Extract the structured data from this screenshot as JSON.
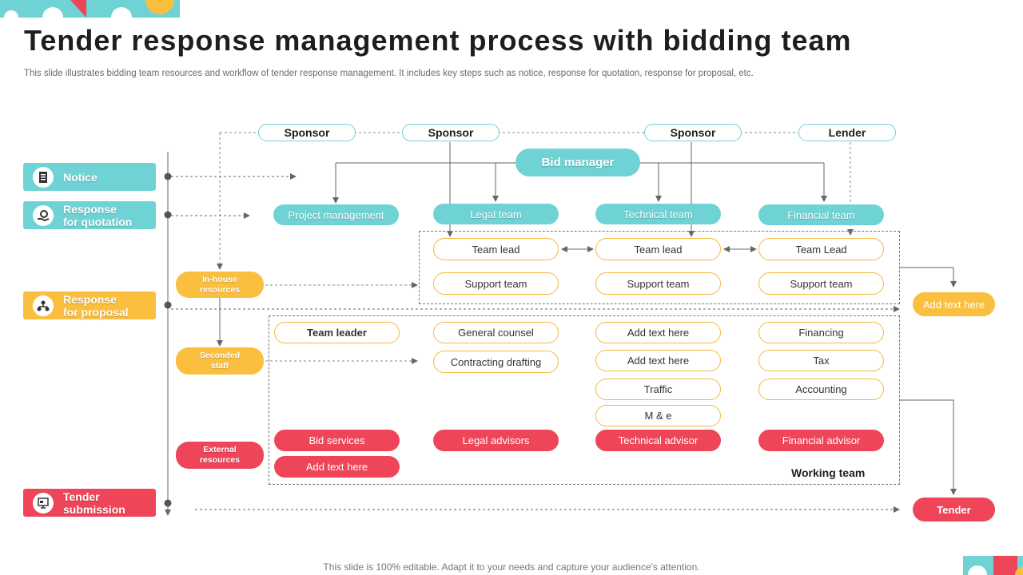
{
  "title": "Tender response management process with bidding team",
  "subtitle": "This slide illustrates bidding team resources and workflow of tender response management. It includes key steps such as notice, response for quotation, response for proposal, etc.",
  "footer": "This slide is 100% editable. Adapt it to your needs and capture your audience's attention.",
  "stages": [
    {
      "label": "Notice",
      "icon": "document-icon"
    },
    {
      "label": "Response for quotation",
      "line1": "Response",
      "line2": "for quotation",
      "icon": "gear-hand-icon"
    },
    {
      "label": "Response for proposal",
      "line1": "Response",
      "line2": "for proposal",
      "icon": "network-icon"
    },
    {
      "label": "Tender submission",
      "line1": "Tender",
      "line2": "submission",
      "icon": "presentation-icon"
    }
  ],
  "top_ovals": [
    "Sponsor",
    "Sponsor",
    "Sponsor",
    "Lender"
  ],
  "bid_manager": "Bid manager",
  "teams": [
    "Project management",
    "Legal team",
    "Technical  team",
    "Financial team"
  ],
  "inhouse": {
    "leads": [
      "Team lead",
      "Team lead",
      "Team Lead"
    ],
    "support": [
      "Support team",
      "Support team",
      "Support team"
    ]
  },
  "side_labels": {
    "inhouse": [
      "In-house",
      "resources"
    ],
    "seconded": [
      "Seconded",
      "staff"
    ],
    "external": [
      "External",
      "resources"
    ]
  },
  "seconded": {
    "col1": [
      "Team leader"
    ],
    "col2": [
      "General counsel",
      "Contracting drafting"
    ],
    "col3": [
      "Add text here",
      "Add text here",
      "Traffic",
      "M & e"
    ],
    "col4": [
      "Financing",
      "Tax",
      "Accounting"
    ]
  },
  "external": [
    "Bid services",
    "Legal advisors",
    "Technical advisor",
    "Financial advisor"
  ],
  "external_extra": "Add text here",
  "working_team": "Working team",
  "right_yellow": "Add text here",
  "tender": "Tender",
  "colors": {
    "teal": "#6fd3d5",
    "yellow": "#fbbf3f",
    "red": "#ee4558"
  }
}
